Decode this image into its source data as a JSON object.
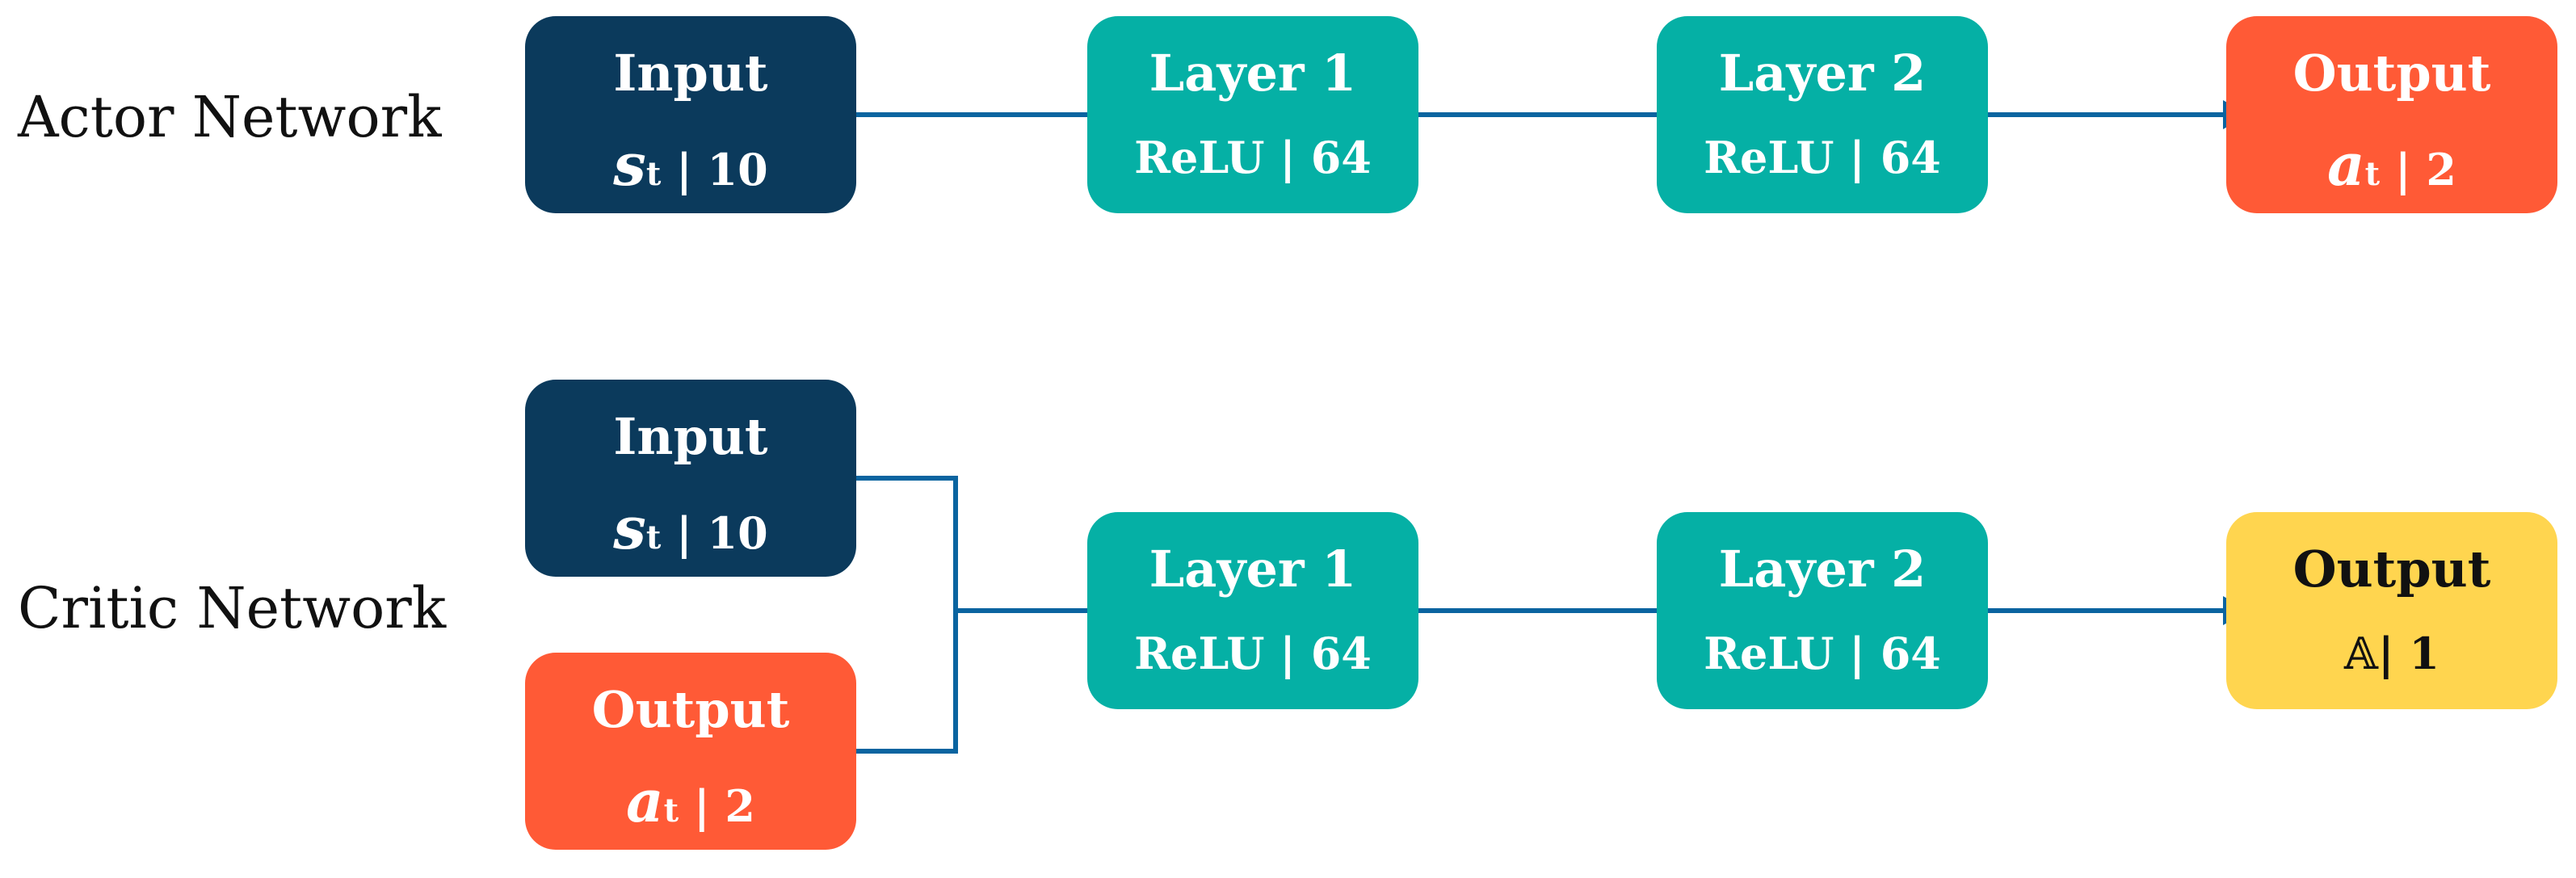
{
  "labels": {
    "actor": "Actor Network",
    "critic": "Critic Network"
  },
  "actor": {
    "input": {
      "title": "Input",
      "symbol": "s",
      "subscript": "t",
      "value": " | 10"
    },
    "layer1": {
      "title": "Layer 1",
      "text": "ReLU | 64"
    },
    "layer2": {
      "title": "Layer 2",
      "text": "ReLU | 64"
    },
    "output": {
      "title": "Output",
      "symbol": "a",
      "subscript": "t",
      "value": " | 2"
    }
  },
  "critic": {
    "input": {
      "title": "Input",
      "symbol": "s",
      "subscript": "t",
      "value": " | 10"
    },
    "action": {
      "title": "Output",
      "symbol": "a",
      "subscript": "t",
      "value": " | 2"
    },
    "layer1": {
      "title": "Layer 1",
      "text": "ReLU | 64"
    },
    "layer2": {
      "title": "Layer 2",
      "text": "ReLU | 64"
    },
    "output": {
      "title": "Output",
      "symbol": "𝔸",
      "value": "| 1"
    }
  },
  "colors": {
    "input": "#0b3a5c",
    "layer": "#05b0a5",
    "action": "#ff5a36",
    "value": "#ffd54f",
    "arrow": "#0a64a0"
  }
}
